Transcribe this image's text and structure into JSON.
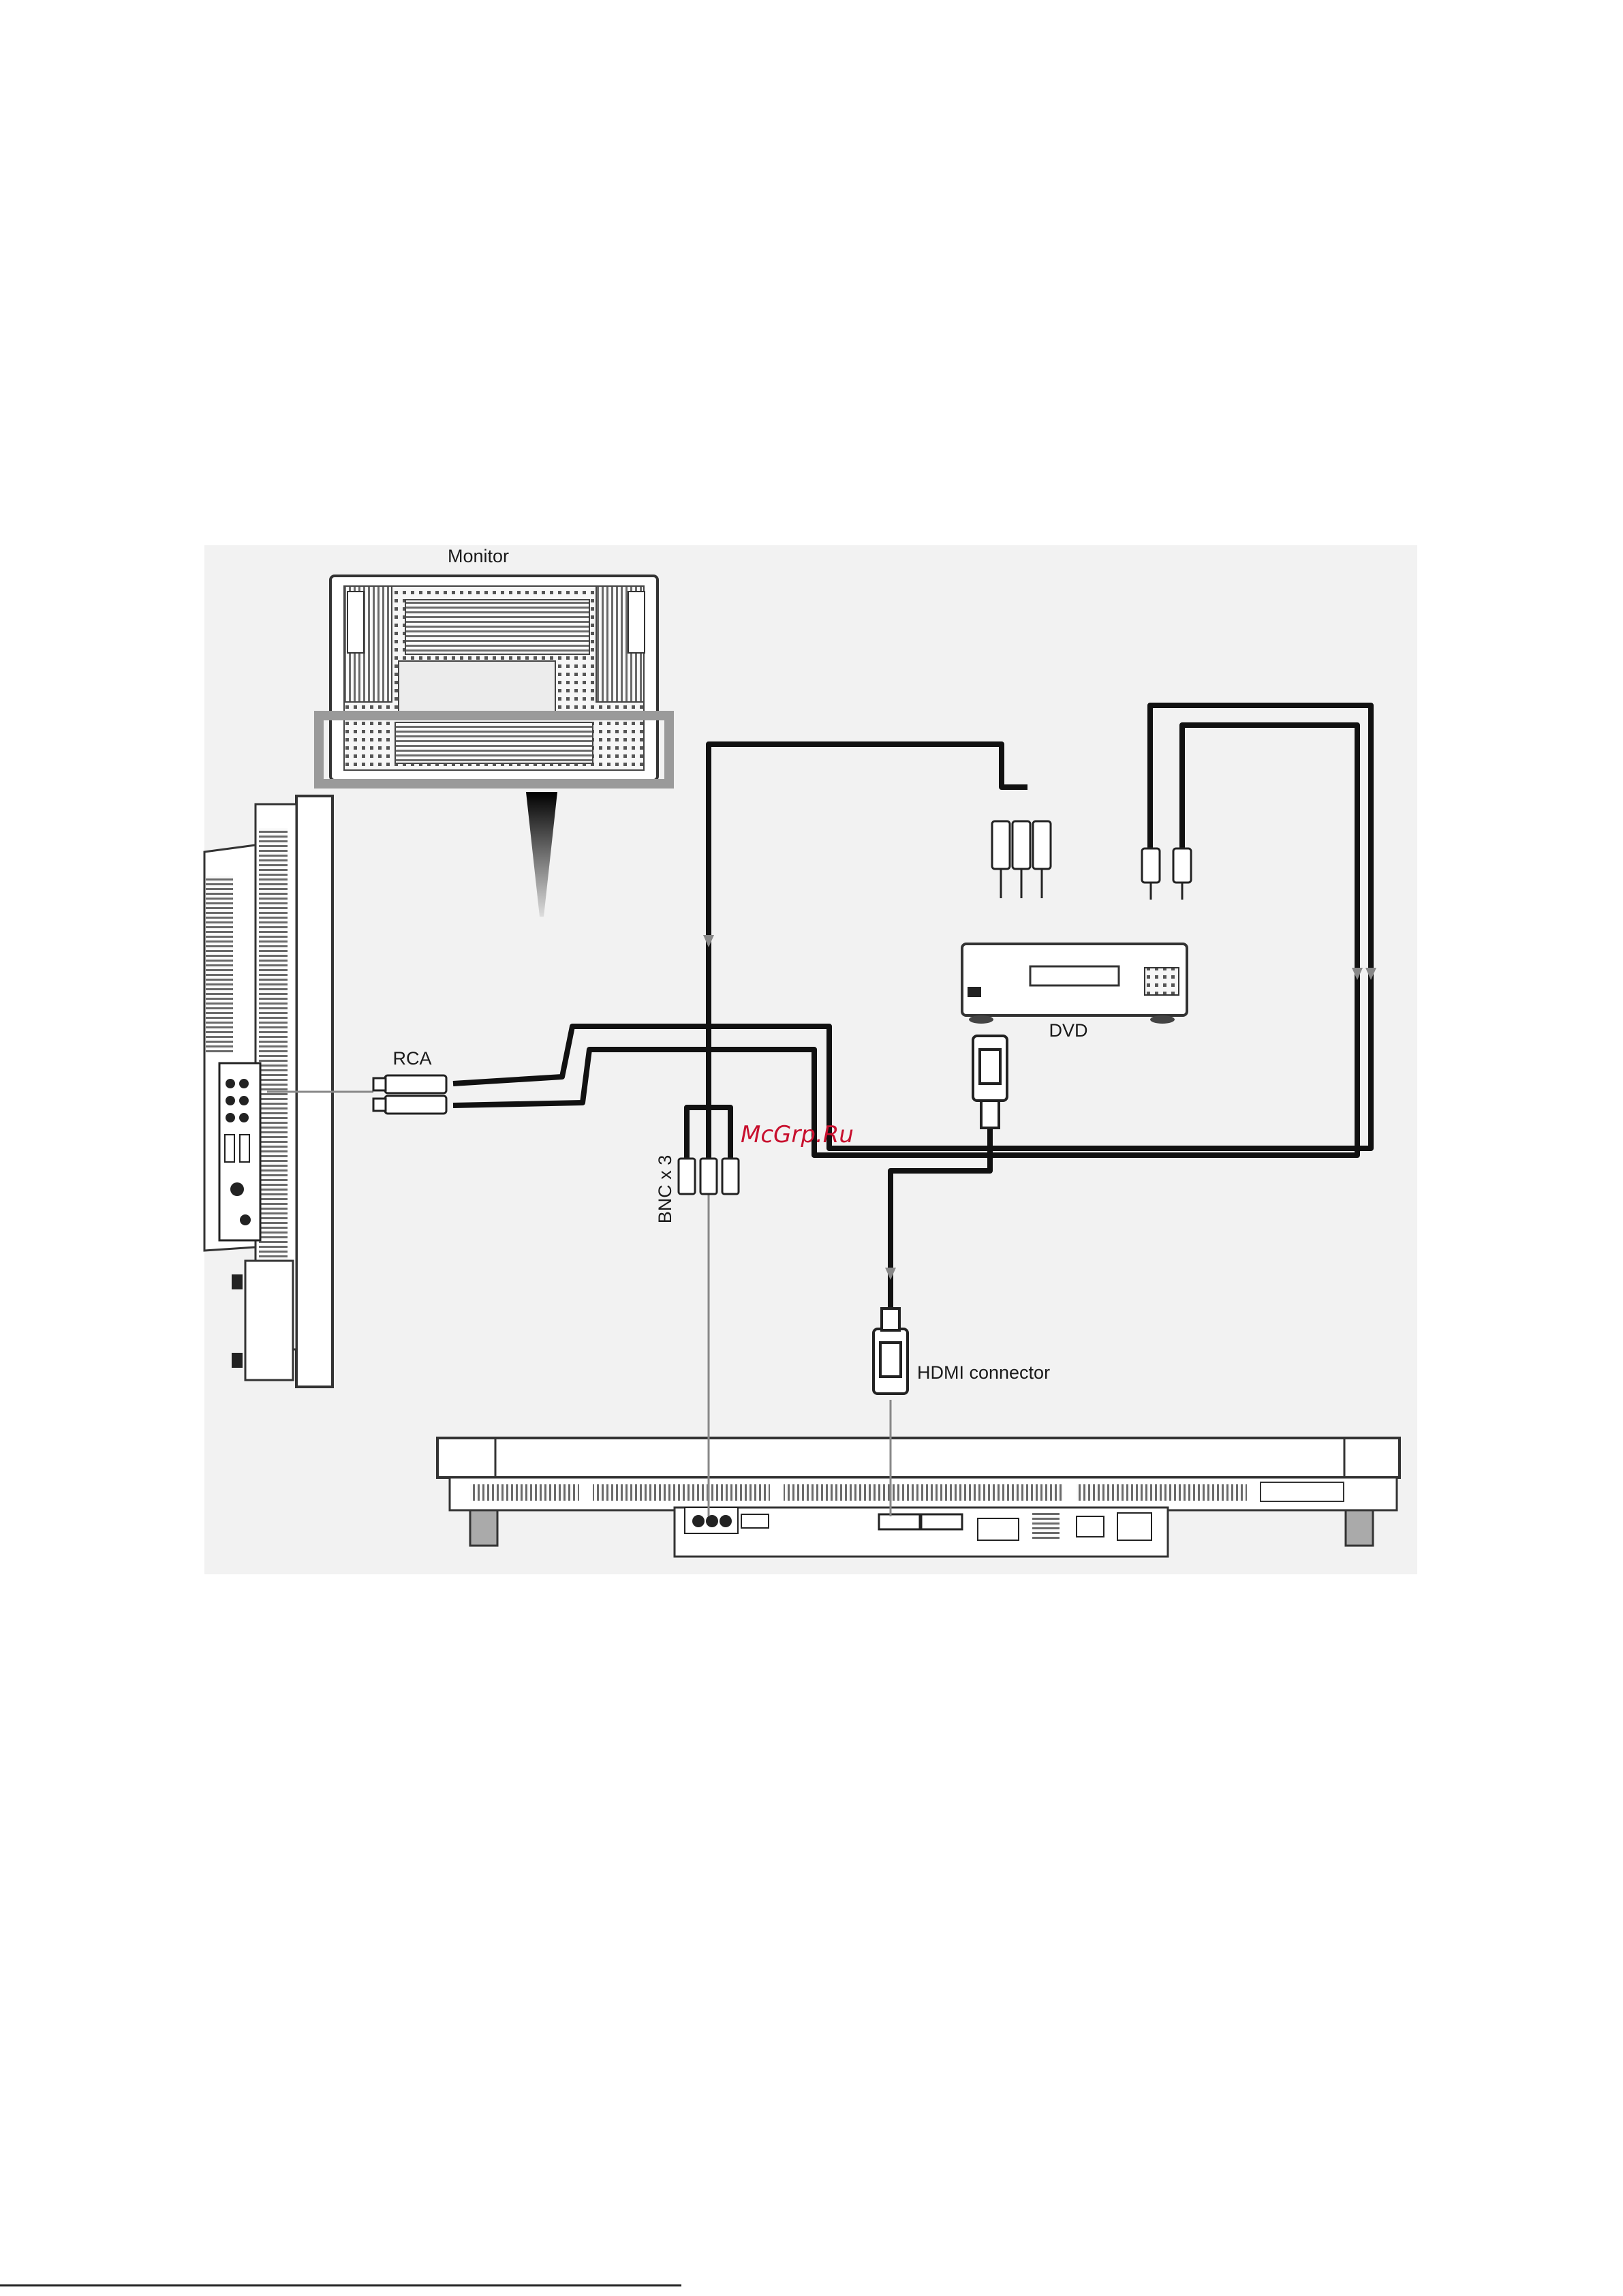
{
  "diagram": {
    "labels": {
      "monitor": "Monitor",
      "rca": "RCA",
      "dvd": "DVD",
      "bnc": "BNC x 3",
      "hdmi": "HDMI connector"
    },
    "watermark": "McGrp.Ru"
  },
  "colors": {
    "panel_bg": "#f2f2f2",
    "cable": "#111111",
    "highlight_frame": "#9a9a9a",
    "watermark": "#c8102e"
  }
}
